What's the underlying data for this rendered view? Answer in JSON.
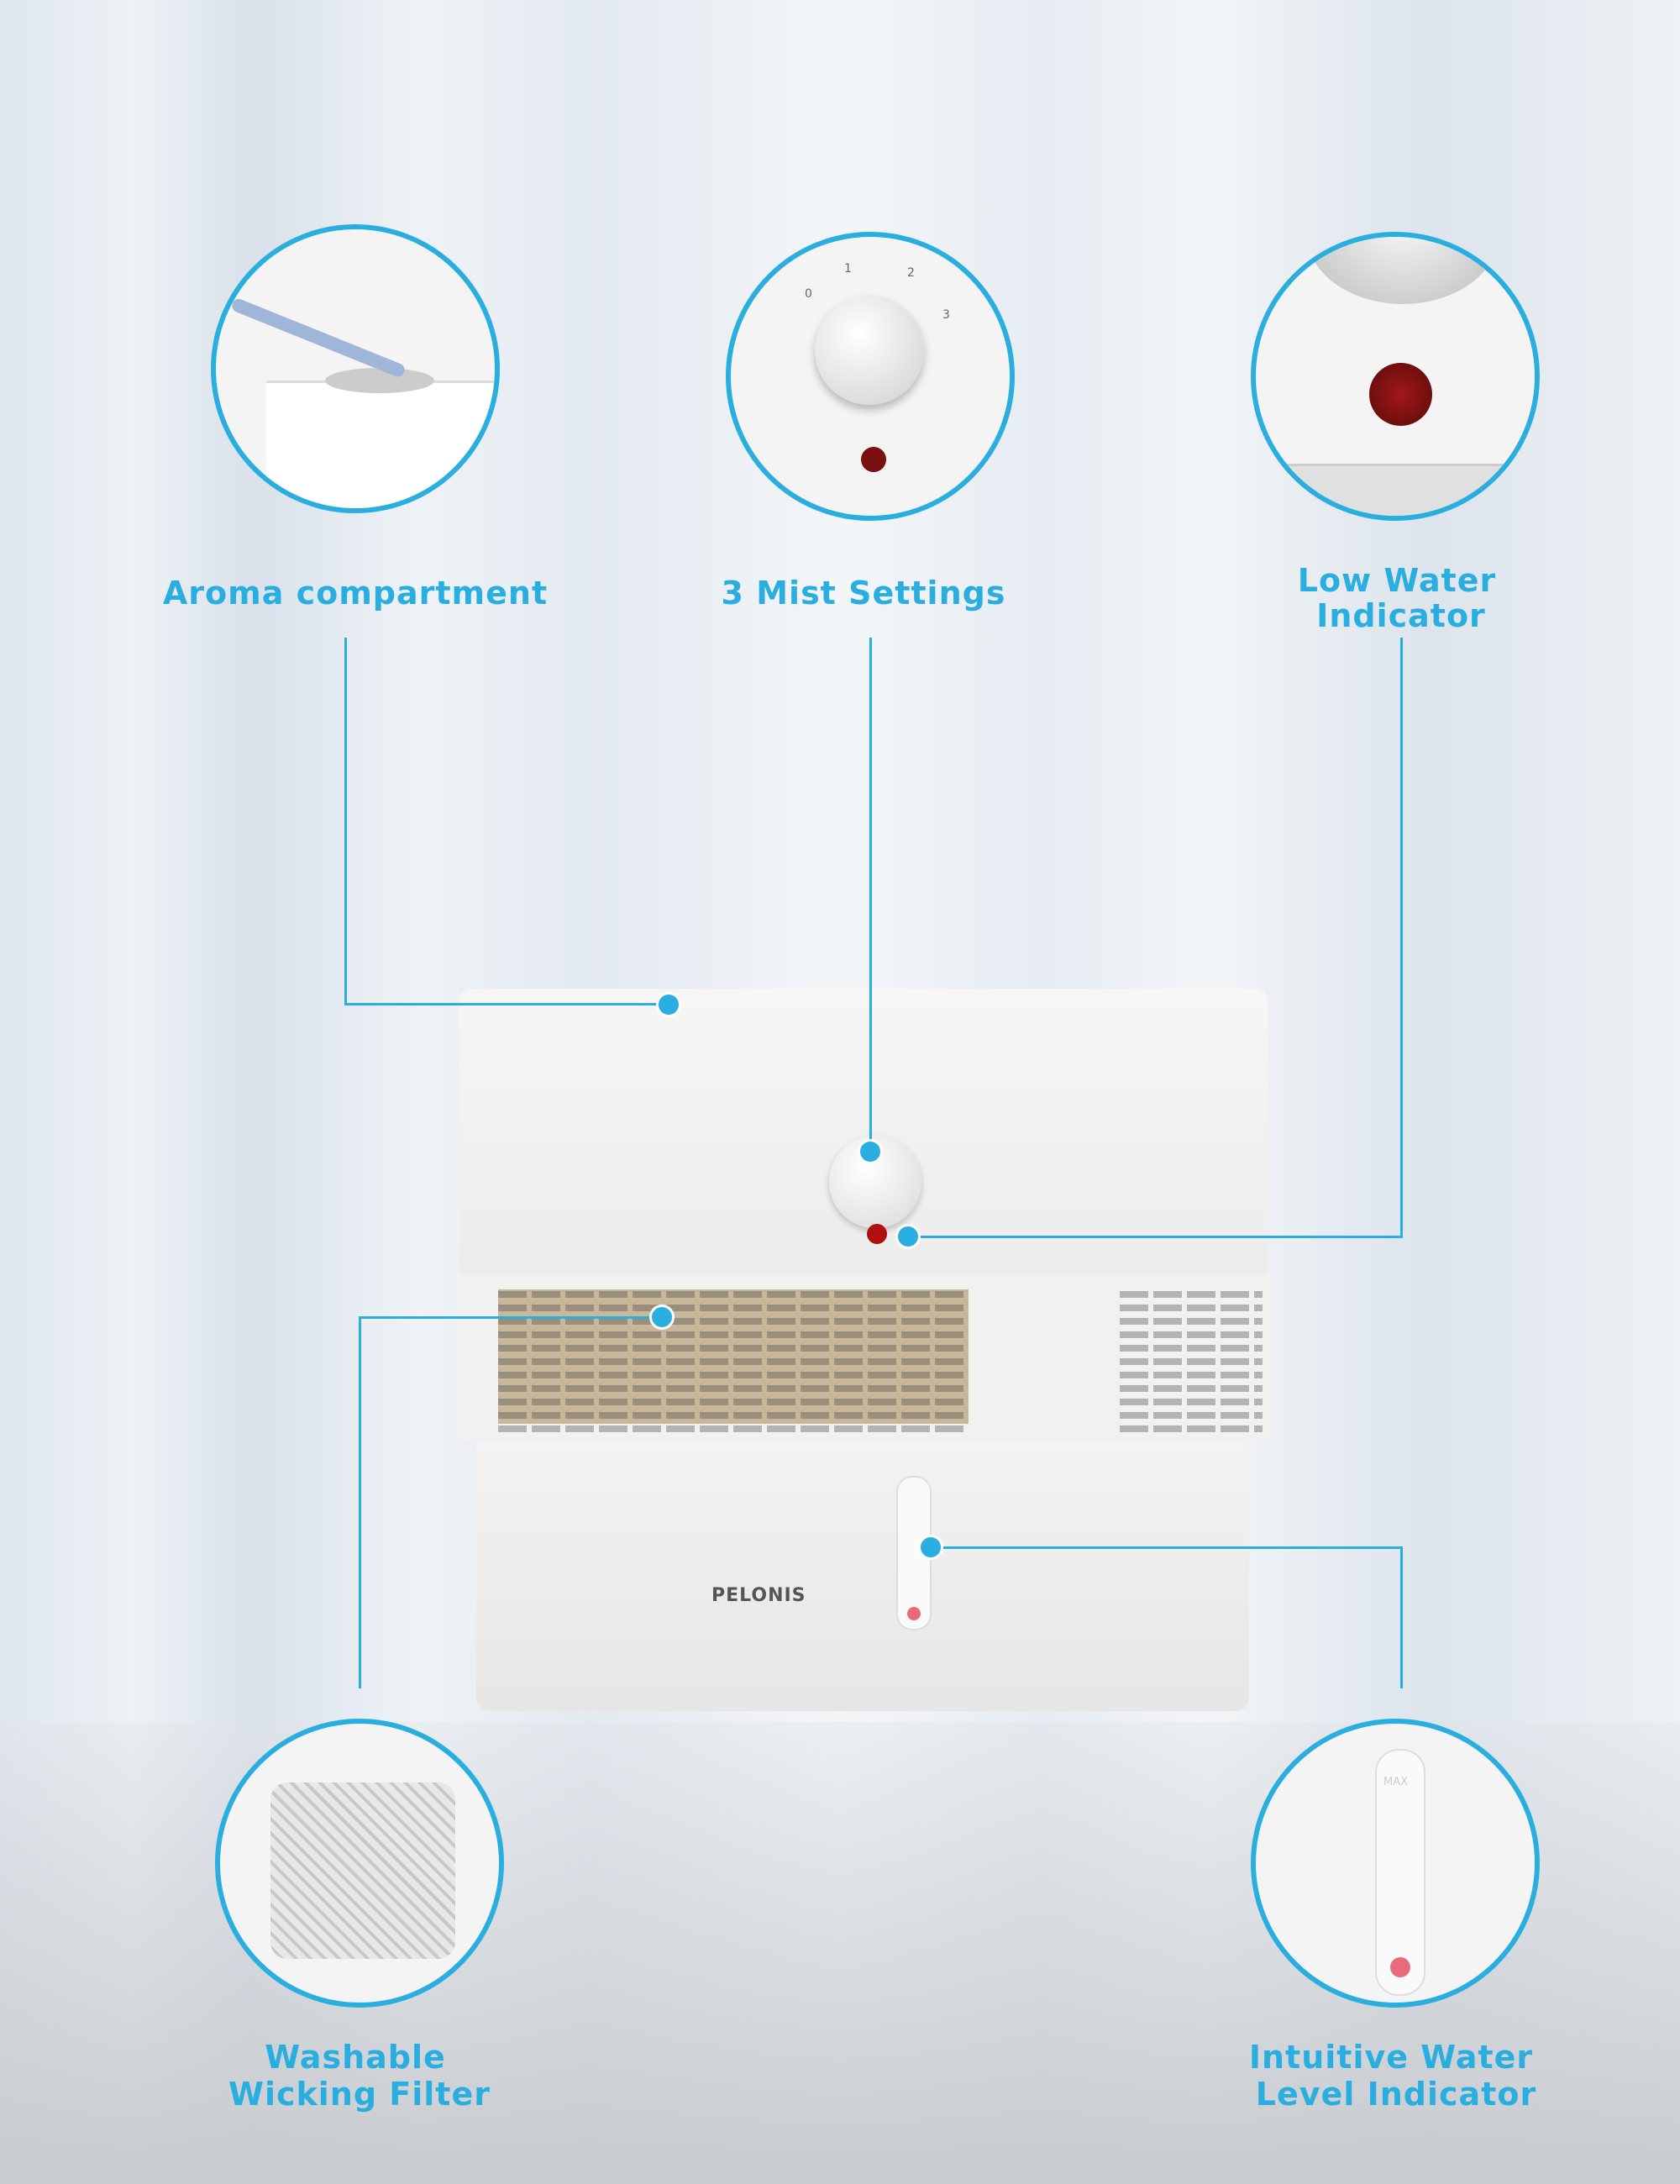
{
  "features": {
    "aroma": {
      "label": "Aroma compartment"
    },
    "mist": {
      "label": "3 Mist Settings",
      "dial_marks": [
        "0",
        "1",
        "2",
        "3"
      ]
    },
    "low_water": {
      "label_line1": "Low Water",
      "label_line2": "Indicator"
    },
    "filter": {
      "label_line1": "Washable",
      "label_line2": "Wicking Filter"
    },
    "water_level": {
      "label_line1": "Intuitive Water",
      "label_line2": "Level Indicator",
      "gauge_text": "MAX"
    }
  },
  "product": {
    "brand": "PELONIS"
  },
  "colors": {
    "accent": "#2aaee0",
    "indicator": "#b01010"
  }
}
